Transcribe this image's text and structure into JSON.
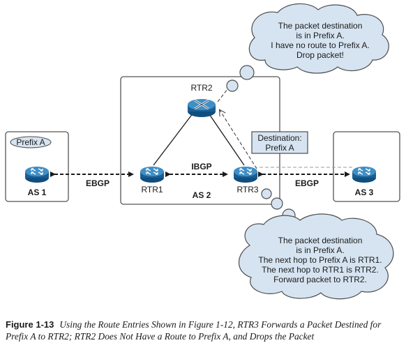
{
  "autonomous_systems": {
    "as1": "AS 1",
    "as2": "AS 2",
    "as3": "AS 3"
  },
  "prefix_tag": "Prefix A",
  "routers": {
    "rtr1": "RTR1",
    "rtr2": "RTR2",
    "rtr3": "RTR3"
  },
  "links": {
    "ebgp_left": "EBGP",
    "ibgp": "IBGP",
    "ebgp_right": "EBGP"
  },
  "destination_box": [
    "Destination:",
    "Prefix A"
  ],
  "cloud_top": [
    "The packet destination",
    "is in Prefix A.",
    "I have no route to Prefix A.",
    "Drop packet!"
  ],
  "cloud_bottom": [
    "The packet destination",
    "is in Prefix A.",
    "The next hop to Prefix A is RTR1.",
    "The next hop to RTR1 is RTR2.",
    "Forward packet to RTR2."
  ],
  "caption": {
    "number": "Figure 1-13",
    "text": "Using the Route Entries Shown in Figure 1-12, RTR3 Forwards a Packet Destined for Prefix A to RTR2; RTR2 Does Not Have a Route to Prefix A, and Drops the Packet"
  },
  "colors": {
    "router_body": "#1f6fa8",
    "router_rtr2_body": "#1f6fa8",
    "cloud_fill": "#d6e4f1"
  }
}
